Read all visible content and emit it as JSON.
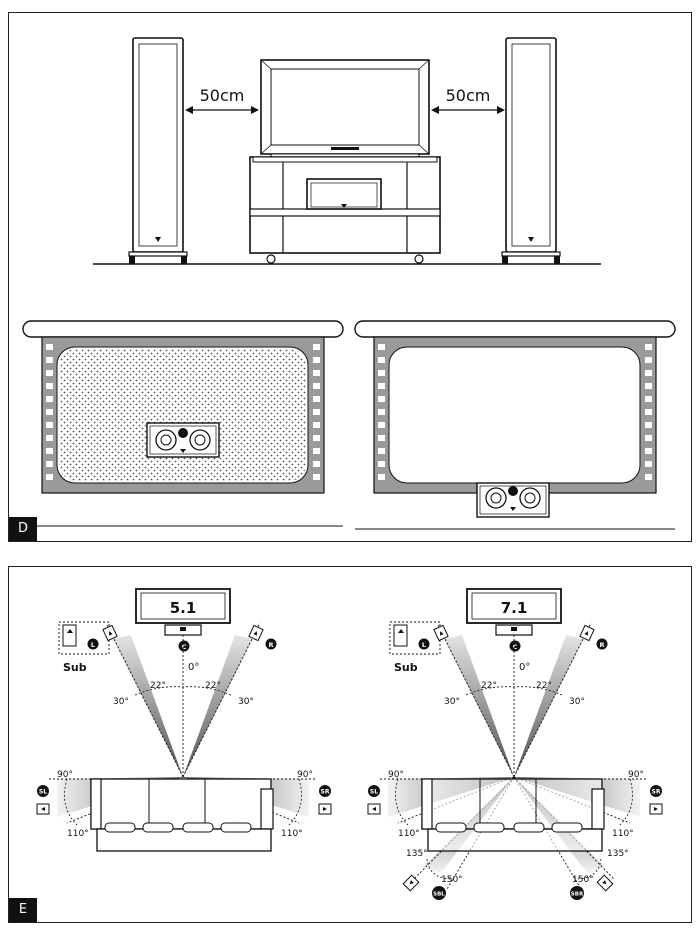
{
  "panels": {
    "d": {
      "label": "D",
      "distance_left": "50cm",
      "distance_right": "50cm"
    },
    "e": {
      "label": "E",
      "diagrams": [
        {
          "title": "5.1",
          "sub_label": "Sub",
          "center_angle": "0°",
          "angle_22_left": "22°",
          "angle_30_left": "30°",
          "angle_22_right": "22°",
          "angle_30_right": "30°",
          "angle_90_left": "90°",
          "angle_90_right": "90°",
          "angle_110_left": "110°",
          "angle_110_right": "110°",
          "badges": {
            "L": "L",
            "C": "C",
            "R": "R",
            "SL": "SL",
            "SR": "SR"
          }
        },
        {
          "title": "7.1",
          "sub_label": "Sub",
          "center_angle": "0°",
          "angle_22_left": "22°",
          "angle_30_left": "30°",
          "angle_22_right": "22°",
          "angle_30_right": "30°",
          "angle_90_left": "90°",
          "angle_90_right": "90°",
          "angle_110_left": "110°",
          "angle_110_right": "110°",
          "angle_135_left": "135°",
          "angle_135_right": "135°",
          "angle_150_left": "150°",
          "angle_150_right": "150°",
          "badges": {
            "L": "L",
            "C": "C",
            "R": "R",
            "SL": "SL",
            "SR": "SR",
            "SBL": "SBL",
            "SBR": "SBR"
          }
        }
      ]
    }
  }
}
